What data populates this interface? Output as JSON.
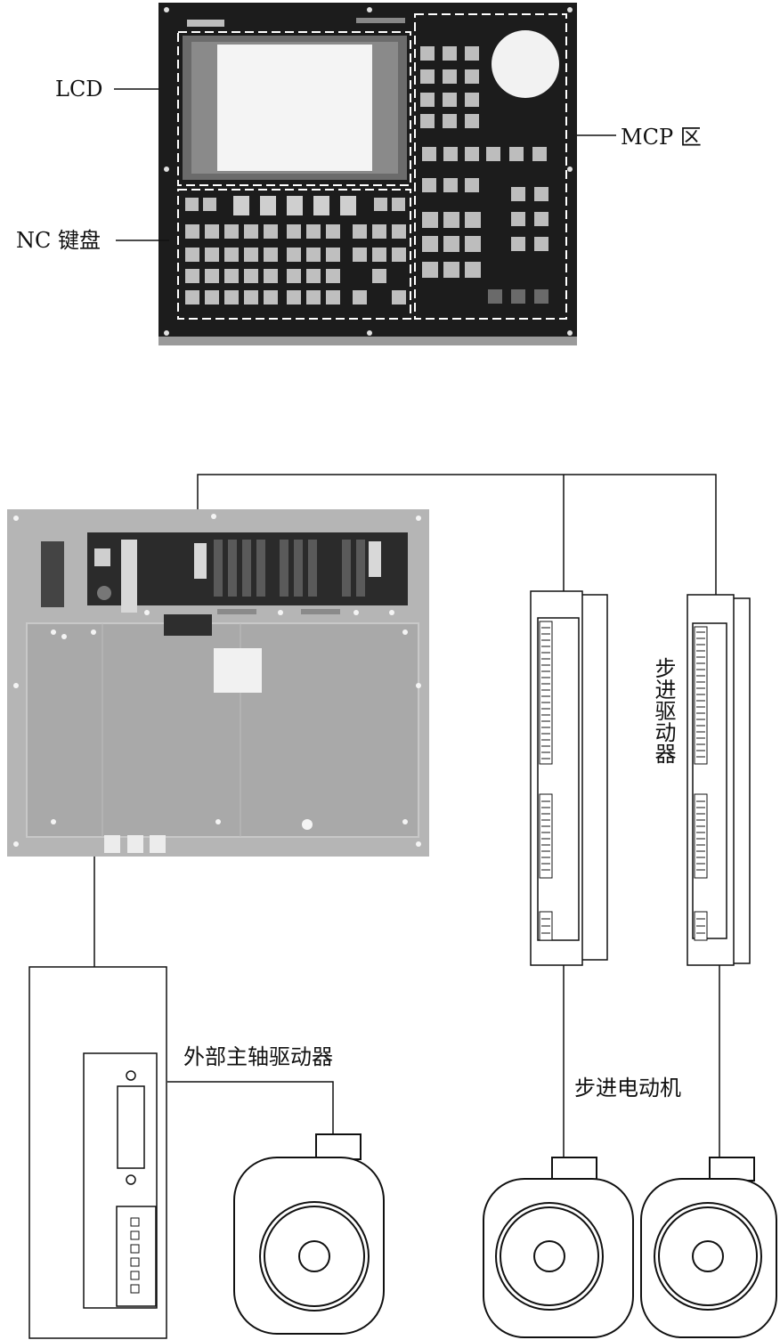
{
  "labels": {
    "lcd": "LCD",
    "mcp": "MCP 区",
    "nc_keyboard": "NC 键盘",
    "stepper_driver": "步进驱动器",
    "spindle_driver": "外部主轴驱动器",
    "stepper_motor": "步进电动机"
  },
  "colors": {
    "panel_dark": "#1a1a1a",
    "board_gray": "#b8b8b8",
    "line": "#111111"
  }
}
